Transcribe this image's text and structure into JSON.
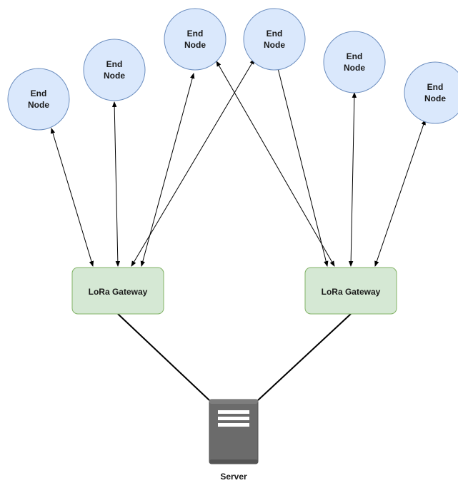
{
  "end_node": {
    "line1": "End",
    "line2": "Node"
  },
  "gateway": {
    "label": "LoRa Gateway"
  },
  "server": {
    "label": "Server"
  },
  "colors": {
    "node_fill": "#dae8fc",
    "node_stroke": "#6c8ebf",
    "gateway_fill": "#d5e8d4",
    "gateway_stroke": "#82b366",
    "server_body": "#6b6b6b",
    "link_color": "#000000",
    "backhaul_color": "#000000"
  }
}
